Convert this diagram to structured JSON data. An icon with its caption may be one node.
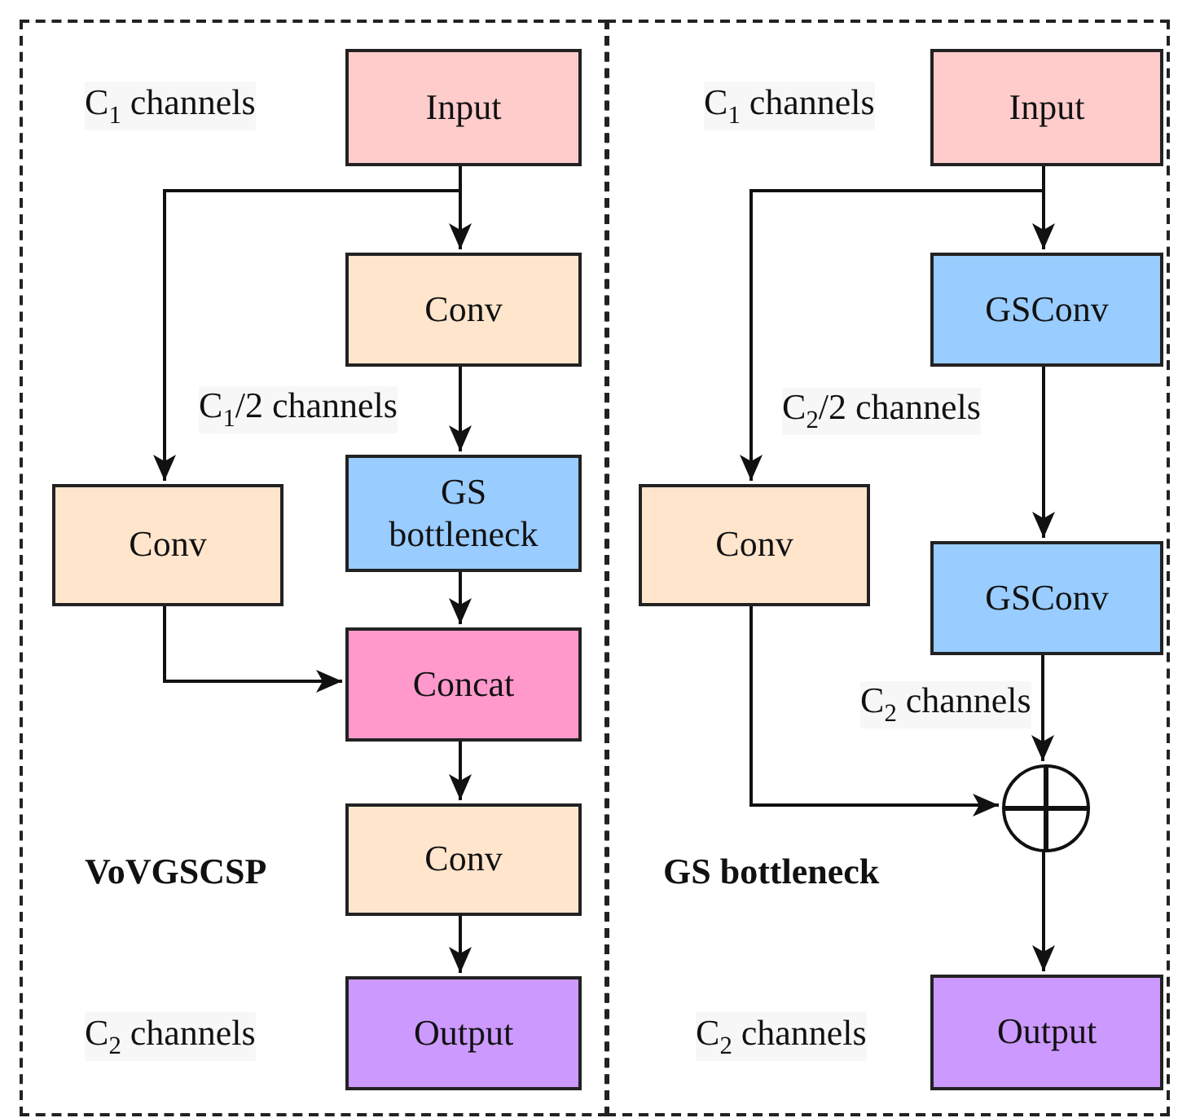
{
  "diagram": {
    "nodes": [
      {
        "text": [
          "VoVGSCSP"
        ]
      },
      {
        "text": [
          "Input"
        ],
        "in": 0,
        "beside": [
          "C$_{1}$ channels"
        ]
      },
      {
        "text": [
          "Conv"
        ],
        "in": 0
      },
      {
        "text": [
          "GS bottleneck"
        ],
        "in": 0
      },
      {
        "text": [
          "Conv"
        ],
        "in": 0
      },
      {
        "text": [
          "Concat"
        ],
        "in": 0
      },
      {
        "text": [
          "Conv"
        ],
        "in": 0
      },
      {
        "text": [
          "Output"
        ],
        "in": 0,
        "beside": [
          "C$_{2}$ channels"
        ]
      },
      {
        "text": [
          "GS bottleneck"
        ]
      },
      {
        "text": [
          "Input"
        ],
        "in": 8,
        "beside": [
          "C$_{1}$ channels"
        ]
      },
      {
        "text": [
          "GSConv"
        ],
        "in": 8
      },
      {
        "text": [
          "Conv"
        ],
        "in": 8
      },
      {
        "text": [
          "GSConv"
        ],
        "in": 8
      },
      {
        "text": [],
        "shape": "circle",
        "in": 8
      },
      {
        "text": [
          "Output"
        ],
        "in": 8,
        "beside": [
          "C$_{2}$ channels"
        ]
      }
    ],
    "edges": [
      {
        "from": 1,
        "to": 2,
        "arrow": "to"
      },
      {
        "from": 1,
        "to": 4,
        "arrow": "to"
      },
      {
        "from": 2,
        "to": 3,
        "arrow": "to",
        "label": "C$_{1}$/2 channels"
      },
      {
        "from": 3,
        "to": 5,
        "arrow": "to"
      },
      {
        "from": 4,
        "to": 5,
        "arrow": "to"
      },
      {
        "from": 5,
        "to": 6,
        "arrow": "to"
      },
      {
        "from": 6,
        "to": 7,
        "arrow": "to"
      },
      {
        "from": 9,
        "to": 10,
        "arrow": "to"
      },
      {
        "from": 9,
        "to": 11,
        "arrow": "to"
      },
      {
        "from": 10,
        "to": 12,
        "arrow": "to",
        "label": "C$_{2}$/2 channels"
      },
      {
        "from": 12,
        "to": 13,
        "arrow": "to",
        "label": "C$_{2}$ channels"
      },
      {
        "from": 11,
        "to": 13,
        "arrow": "to"
      },
      {
        "from": 13,
        "to": 14,
        "arrow": "to"
      }
    ]
  }
}
